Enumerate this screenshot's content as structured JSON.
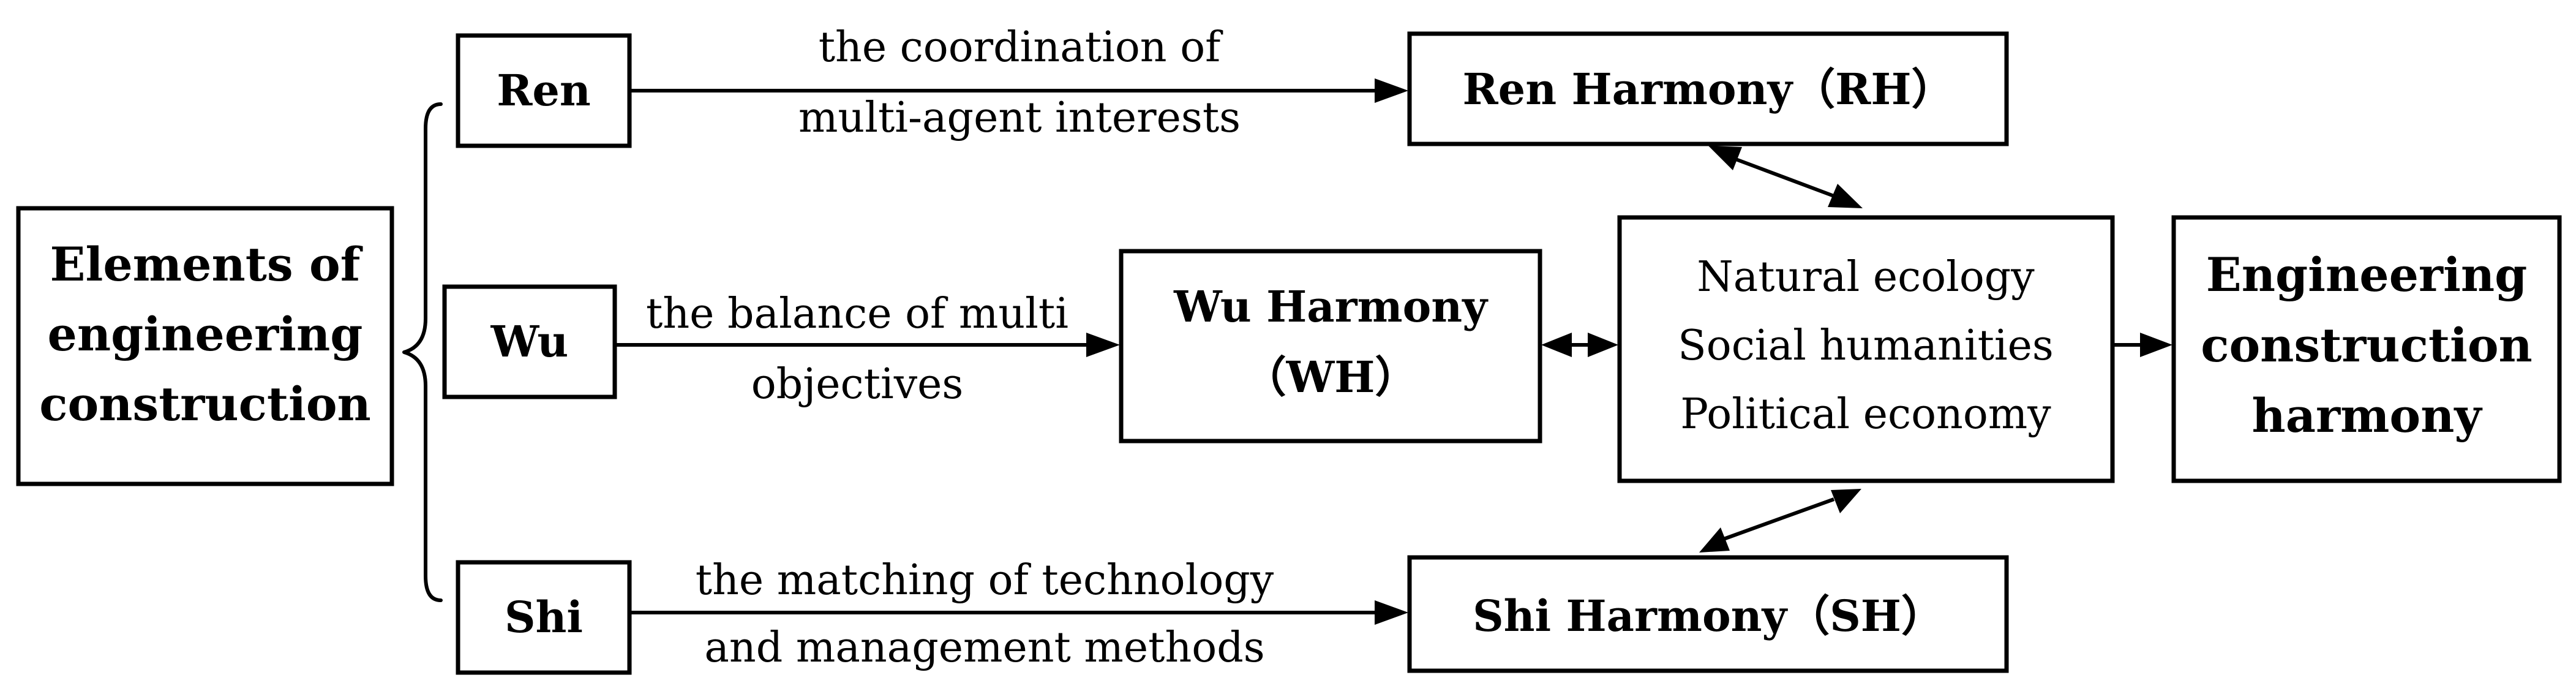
{
  "elements_box": {
    "lines": [
      "Elements of",
      "engineering",
      "construction"
    ]
  },
  "factors": {
    "ren": "Ren",
    "wu": "Wu",
    "shi": "Shi"
  },
  "relations": {
    "ren": [
      "the coordination of",
      "multi-agent interests"
    ],
    "wu": [
      "the balance of multi",
      "objectives"
    ],
    "shi": [
      "the matching of technology",
      "and management methods"
    ]
  },
  "harmonies": {
    "ren": "Ren Harmony（RH）",
    "wu": [
      "Wu Harmony",
      "（WH）"
    ],
    "shi": "Shi Harmony（SH）"
  },
  "environment_box": {
    "lines": [
      "Natural ecology",
      "Social humanities",
      "Political economy"
    ]
  },
  "result_box": {
    "lines": [
      "Engineering",
      "construction",
      "harmony"
    ]
  }
}
